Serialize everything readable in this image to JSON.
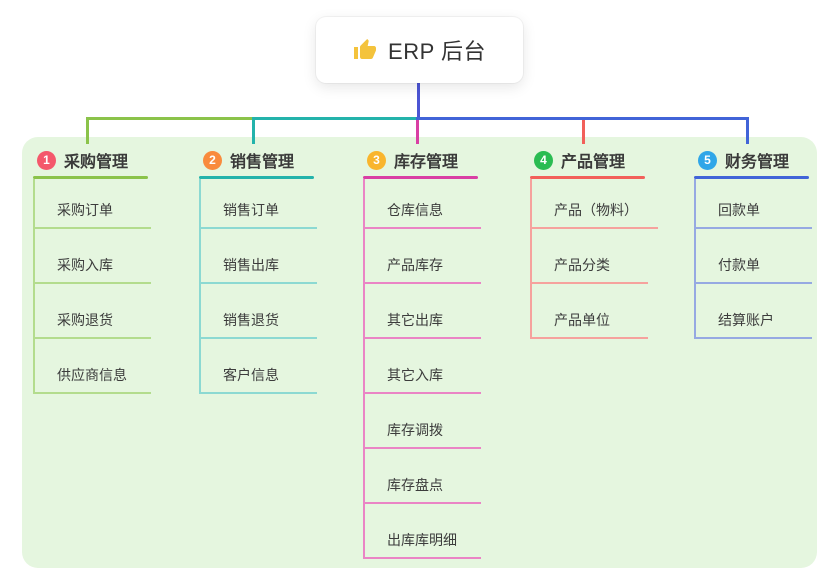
{
  "root": {
    "title": "ERP 后台",
    "icon": "thumbs-up-icon"
  },
  "branches": [
    {
      "index": "1",
      "label": "采购管理",
      "badge_color": "#f4586b",
      "line_color": "#8bc34a",
      "light_line_color": "#b3dc8d",
      "children": [
        "采购订单",
        "采购入库",
        "采购退货",
        "供应商信息"
      ]
    },
    {
      "index": "2",
      "label": "销售管理",
      "badge_color": "#f98b3d",
      "line_color": "#23b3ab",
      "light_line_color": "#8cd9d2",
      "children": [
        "销售订单",
        "销售出库",
        "销售退货",
        "客户信息"
      ]
    },
    {
      "index": "3",
      "label": "库存管理",
      "badge_color": "#f9b52d",
      "line_color": "#d93fa4",
      "light_line_color": "#ea84c5",
      "children": [
        "仓库信息",
        "产品库存",
        "其它出库",
        "其它入库",
        "库存调拨",
        "库存盘点",
        "出库库明细"
      ]
    },
    {
      "index": "4",
      "label": "产品管理",
      "badge_color": "#2abc52",
      "line_color": "#f2605a",
      "light_line_color": "#f6a29d",
      "children": [
        "产品（物料）",
        "产品分类",
        "产品单位"
      ]
    },
    {
      "index": "5",
      "label": "财务管理",
      "badge_color": "#2fa6e8",
      "line_color": "#4164d8",
      "light_line_color": "#96a9e2",
      "children": [
        "回款单",
        "付款单",
        "结算账户"
      ]
    }
  ],
  "colors": {
    "panel_background": "#e5f6df",
    "root_stem": "#4c55d4",
    "thumb_icon": "#f4c33c",
    "text_dark": "#3a3a3a"
  }
}
